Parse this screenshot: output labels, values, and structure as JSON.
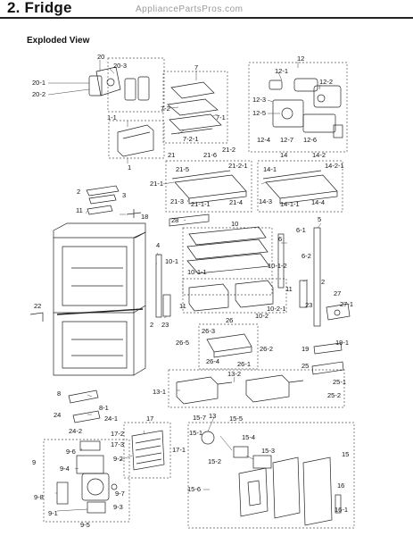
{
  "header": {
    "title": "2.  Fridge",
    "watermark": "AppliancePartsPros.com",
    "subtitle": "Exploded View"
  },
  "callouts": [
    {
      "id": "c20",
      "text": "20"
    },
    {
      "id": "c20-3",
      "text": "20-3"
    },
    {
      "id": "c20-1",
      "text": "20-1"
    },
    {
      "id": "c20-2",
      "text": "20-2"
    },
    {
      "id": "c7",
      "text": "7"
    },
    {
      "id": "c7-2",
      "text": "7-2"
    },
    {
      "id": "c7-1",
      "text": "7-1"
    },
    {
      "id": "c7-2-1",
      "text": "7-2-1"
    },
    {
      "id": "c12",
      "text": "12"
    },
    {
      "id": "c12-1",
      "text": "12-1"
    },
    {
      "id": "c12-2",
      "text": "12-2"
    },
    {
      "id": "c12-3",
      "text": "12-3"
    },
    {
      "id": "c12-5",
      "text": "12-5"
    },
    {
      "id": "c12-4",
      "text": "12-4"
    },
    {
      "id": "c12-7",
      "text": "12-7"
    },
    {
      "id": "c12-6",
      "text": "12-6"
    },
    {
      "id": "c1-1",
      "text": "1-1"
    },
    {
      "id": "c1",
      "text": "1"
    },
    {
      "id": "c21",
      "text": "21"
    },
    {
      "id": "c21-6",
      "text": "21-6"
    },
    {
      "id": "c21-2",
      "text": "21-2"
    },
    {
      "id": "c21-5",
      "text": "21-5"
    },
    {
      "id": "c21-2-1",
      "text": "21-2-1"
    },
    {
      "id": "c21-1",
      "text": "21-1"
    },
    {
      "id": "c21-3",
      "text": "21-3"
    },
    {
      "id": "c21-1-1",
      "text": "21-1-1"
    },
    {
      "id": "c21-4",
      "text": "21-4"
    },
    {
      "id": "c14",
      "text": "14"
    },
    {
      "id": "c14-2",
      "text": "14-2"
    },
    {
      "id": "c14-1",
      "text": "14-1"
    },
    {
      "id": "c14-2-1",
      "text": "14-2-1"
    },
    {
      "id": "c14-3",
      "text": "14-3"
    },
    {
      "id": "c14-1-1",
      "text": "14-1-1"
    },
    {
      "id": "c14-4",
      "text": "14-4"
    },
    {
      "id": "c2a",
      "text": "2"
    },
    {
      "id": "c3",
      "text": "3"
    },
    {
      "id": "c11a",
      "text": "11"
    },
    {
      "id": "c18",
      "text": "18"
    },
    {
      "id": "c28",
      "text": "28"
    },
    {
      "id": "c10",
      "text": "10"
    },
    {
      "id": "c5",
      "text": "5"
    },
    {
      "id": "c6",
      "text": "6"
    },
    {
      "id": "c6-1",
      "text": "6-1"
    },
    {
      "id": "c6-2",
      "text": "6-2"
    },
    {
      "id": "c4",
      "text": "4"
    },
    {
      "id": "c10-1",
      "text": "10-1"
    },
    {
      "id": "c10-1-1",
      "text": "10-1-1"
    },
    {
      "id": "c10-1-2",
      "text": "10-1-2"
    },
    {
      "id": "c11b",
      "text": "11"
    },
    {
      "id": "c2b",
      "text": "2"
    },
    {
      "id": "c27",
      "text": "27"
    },
    {
      "id": "c27-1",
      "text": "27-1"
    },
    {
      "id": "c11c",
      "text": "11"
    },
    {
      "id": "c23a",
      "text": "23"
    },
    {
      "id": "c10-2-1",
      "text": "10-2-1"
    },
    {
      "id": "c10-2",
      "text": "10-2"
    },
    {
      "id": "c2c",
      "text": "2"
    },
    {
      "id": "c23b",
      "text": "23"
    },
    {
      "id": "c26",
      "text": "26"
    },
    {
      "id": "c22",
      "text": "22"
    },
    {
      "id": "c26-3",
      "text": "26-3"
    },
    {
      "id": "c26-5",
      "text": "26-5"
    },
    {
      "id": "c26-2",
      "text": "26-2"
    },
    {
      "id": "c26-4",
      "text": "26-4"
    },
    {
      "id": "c26-1",
      "text": "26-1"
    },
    {
      "id": "c19",
      "text": "19"
    },
    {
      "id": "c19-1",
      "text": "19-1"
    },
    {
      "id": "c25",
      "text": "25"
    },
    {
      "id": "c25-1",
      "text": "25-1"
    },
    {
      "id": "c25-2",
      "text": "25-2"
    },
    {
      "id": "c13-2",
      "text": "13-2"
    },
    {
      "id": "c13-1",
      "text": "13-1"
    },
    {
      "id": "c8",
      "text": "8"
    },
    {
      "id": "c8-1",
      "text": "8-1"
    },
    {
      "id": "c24",
      "text": "24"
    },
    {
      "id": "c24-1",
      "text": "24-1"
    },
    {
      "id": "c24-2",
      "text": "24-2"
    },
    {
      "id": "c17",
      "text": "17"
    },
    {
      "id": "c17-2",
      "text": "17-2"
    },
    {
      "id": "c17-3",
      "text": "17-3"
    },
    {
      "id": "c17-1",
      "text": "17-1"
    },
    {
      "id": "c15-7",
      "text": "15-7"
    },
    {
      "id": "c13b",
      "text": "13"
    },
    {
      "id": "c15-5",
      "text": "15-5"
    },
    {
      "id": "c15-1",
      "text": "15-1"
    },
    {
      "id": "c15-4",
      "text": "15-4"
    },
    {
      "id": "c15-3",
      "text": "15-3"
    },
    {
      "id": "c15-2",
      "text": "15-2"
    },
    {
      "id": "c15",
      "text": "15"
    },
    {
      "id": "c15-6",
      "text": "15-6"
    },
    {
      "id": "c16",
      "text": "16"
    },
    {
      "id": "c16-1",
      "text": "16-1"
    },
    {
      "id": "c9",
      "text": "9"
    },
    {
      "id": "c9-6",
      "text": "9-6"
    },
    {
      "id": "c9-2",
      "text": "9-2"
    },
    {
      "id": "c9-4",
      "text": "9-4"
    },
    {
      "id": "c9-7",
      "text": "9-7"
    },
    {
      "id": "c9-8",
      "text": "9-8"
    },
    {
      "id": "c9-3",
      "text": "9-3"
    },
    {
      "id": "c9-1",
      "text": "9-1"
    },
    {
      "id": "c9-5",
      "text": "9-5"
    }
  ]
}
